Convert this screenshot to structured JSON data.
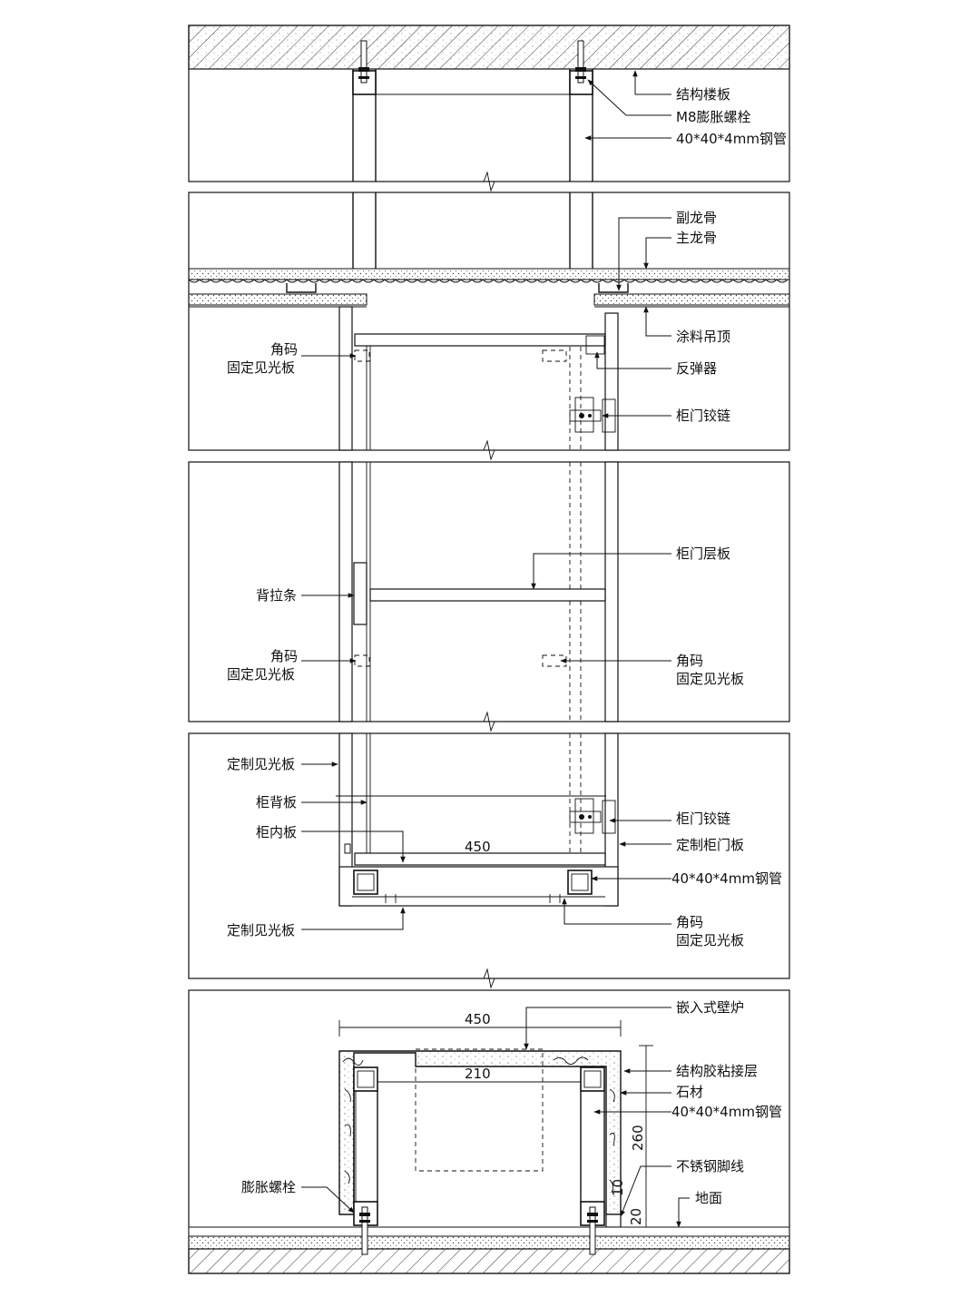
{
  "labels": {
    "floor_slab": "结构楼板",
    "m8_bolt": "M8膨胀螺栓",
    "steel_tube_1": "40*40*4mm钢管",
    "sub_keel": "副龙骨",
    "main_keel": "主龙骨",
    "paint_ceiling": "涂料吊顶",
    "corner_bracket_1": "角码",
    "fix_visible_panel_1": "固定见光板",
    "rebound_device": "反弹器",
    "door_hinge_1": "柜门铰链",
    "door_shelf": "柜门层板",
    "back_strip": "背拉条",
    "corner_bracket_2": "角码",
    "fix_visible_panel_2": "固定见光板",
    "corner_bracket_3": "角码",
    "fix_visible_panel_3": "固定见光板",
    "custom_visible_panel_1": "定制见光板",
    "cabinet_back": "柜背板",
    "cabinet_inner": "柜内板",
    "door_hinge_2": "柜门铰链",
    "custom_door_panel": "定制柜门板",
    "steel_tube_2": "40*40*4mm钢管",
    "custom_visible_panel_2": "定制见光板",
    "corner_bracket_4": "角码",
    "fix_visible_panel_4": "固定见光板",
    "fireplace": "嵌入式壁炉",
    "adhesive_layer": "结构胶粘接层",
    "stone": "石材",
    "steel_tube_3": "40*40*4mm钢管",
    "stainless_skirting": "不锈钢脚线",
    "expansion_bolt": "膨胀螺栓",
    "ground": "地面"
  },
  "dimensions": {
    "cabinet_depth": "450",
    "base_width": "450",
    "fireplace_width": "210",
    "base_height": "260",
    "skirting_gap": "10",
    "skirting_height": "20"
  }
}
